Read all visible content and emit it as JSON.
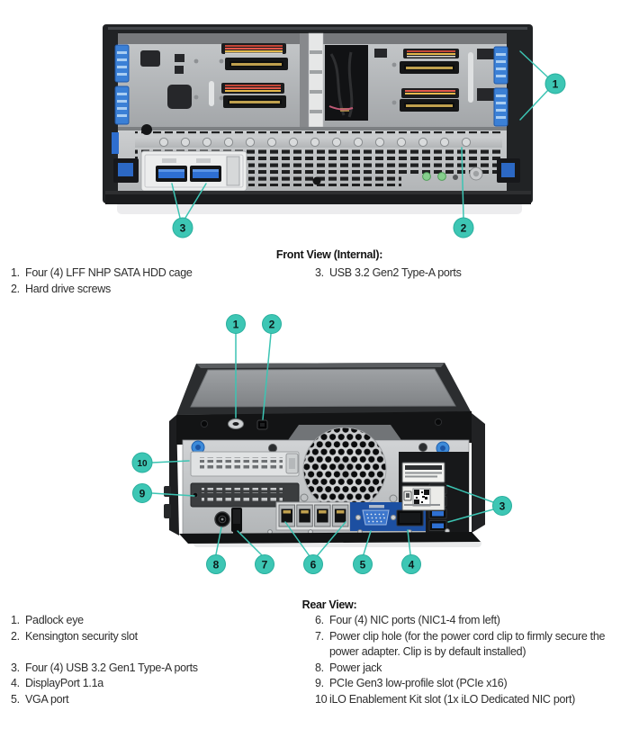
{
  "page": {
    "background": "#ffffff"
  },
  "colors": {
    "callout_fill": "#3dc6b4",
    "callout_stroke": "#29af9e",
    "callout_line": "#3cc4b3",
    "legend_text": "#2d2d2d",
    "caption_text": "#141414",
    "usb_port_blue": "#2e6fd2",
    "io_panel_blue": "#1c4fa1",
    "drive_rail_blue": "#3b80d6"
  },
  "front_section": {
    "caption": "Front View (Internal):",
    "callouts": [
      "1",
      "2",
      "3"
    ],
    "legend_left": [
      {
        "num": "1.",
        "text": "Four (4) LFF NHP SATA HDD cage"
      },
      {
        "num": "2.",
        "text": "Hard drive screws"
      }
    ],
    "legend_right": [
      {
        "num": "3.",
        "text": "USB 3.2 Gen2 Type-A ports"
      }
    ]
  },
  "rear_section": {
    "caption": "Rear View:",
    "callouts": [
      "1",
      "2",
      "3",
      "4",
      "5",
      "6",
      "7",
      "8",
      "9",
      "10"
    ],
    "legend_left": [
      {
        "num": "1.",
        "text": "Padlock eye"
      },
      {
        "num": "2.",
        "text": "Kensington security slot"
      },
      {
        "num": "3.",
        "text": "Four (4) USB 3.2 Gen1 Type-A ports"
      },
      {
        "num": "4.",
        "text": "DisplayPort 1.1a"
      },
      {
        "num": "5.",
        "text": "VGA port"
      }
    ],
    "legend_right": [
      {
        "num": "6.",
        "text": "Four (4) NIC ports (NIC1-4 from left)"
      },
      {
        "num": "7.",
        "text": "Power clip hole (for the power cord clip to firmly secure the",
        "text2": "power adapter. Clip is by default installed)"
      },
      {
        "num": "8.",
        "text": "Power jack"
      },
      {
        "num": "9.",
        "text": "PCIe Gen3 low-profile slot (PCIe x16)"
      },
      {
        "num": "10",
        "text": "iLO Enablement Kit slot (1x iLO Dedicated NIC port)"
      }
    ]
  }
}
